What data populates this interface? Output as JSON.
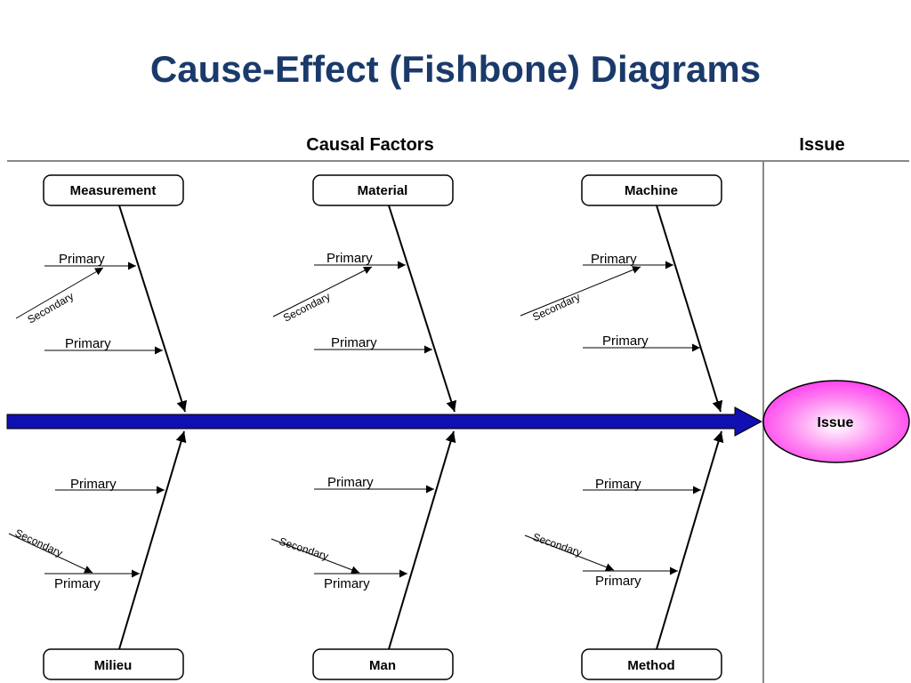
{
  "title": "Cause-Effect (Fishbone) Diagrams",
  "header": {
    "causal_factors": "Causal Factors",
    "issue": "Issue"
  },
  "effect": {
    "label": "Issue"
  },
  "categories": {
    "top": [
      "Measurement",
      "Material",
      "Machine"
    ],
    "bottom": [
      "Milieu",
      "Man",
      "Method"
    ]
  },
  "labels": {
    "primary": "Primary",
    "secondary": "Secondary"
  },
  "colors": {
    "title": "#1a3a6a",
    "spine": "#1010b0",
    "effect_fill": "#ff55ee"
  }
}
